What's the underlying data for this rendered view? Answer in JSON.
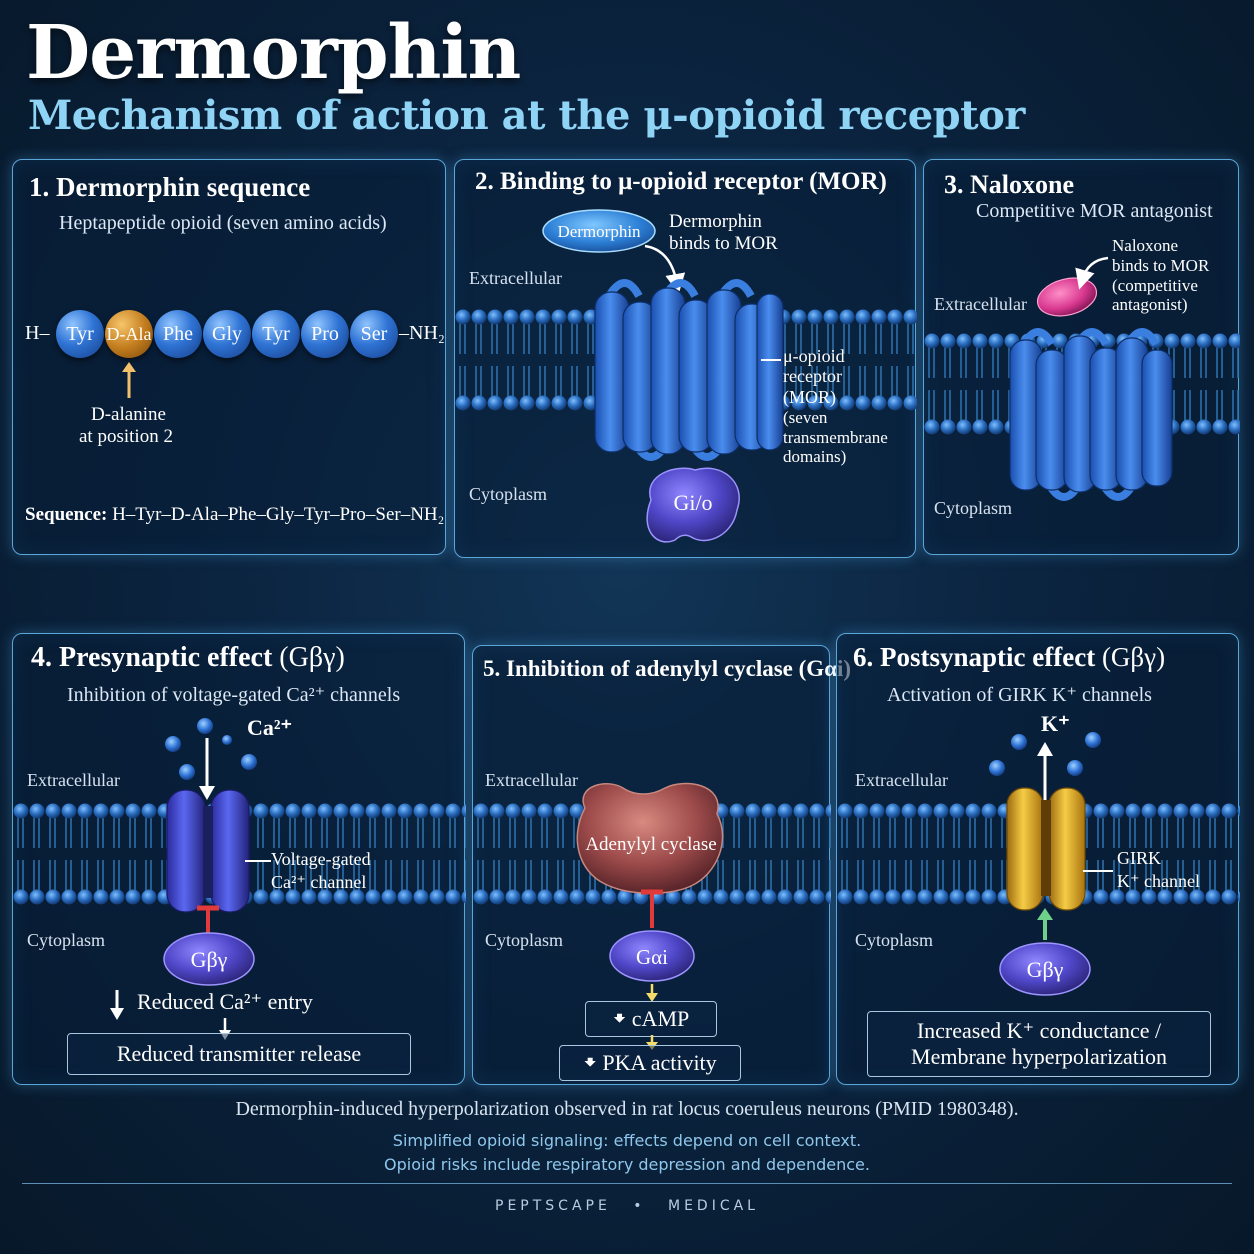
{
  "title": "Dermorphin",
  "subtitle": "Mechanism of action at the μ-opioid receptor",
  "panel1": {
    "title": "1. Dermorphin sequence",
    "subtitle": "Heptapeptide opioid (seven amino acids)",
    "n_terminus": "H–",
    "c_terminus": "–NH₂",
    "residues": [
      "Tyr",
      "D-Ala",
      "Phe",
      "Gly",
      "Tyr",
      "Pro",
      "Ser"
    ],
    "highlight_label_1": "D-alanine",
    "highlight_label_2": "at position 2",
    "sequence_label": "Sequence:",
    "sequence_value": "H–Tyr–D-Ala–Phe–Gly–Tyr–Pro–Ser–NH₂"
  },
  "panel2": {
    "title": "2. Binding to μ-opioid receptor (MOR)",
    "ligand": "Dermorphin",
    "binding_note_1": "Dermorphin",
    "binding_note_2": "binds to MOR",
    "extracellular": "Extracellular",
    "cytoplasm": "Cytoplasm",
    "receptor_label": [
      "μ-opioid",
      "receptor",
      "(MOR)",
      "(seven",
      "transmembrane",
      "domains)"
    ],
    "g_protein": "Gi/o"
  },
  "panel3": {
    "title": "3. Naloxone",
    "subtitle": "Competitive MOR antagonist",
    "note": [
      "Naloxone",
      "binds to MOR",
      "(competitive",
      "antagonist)"
    ],
    "extracellular": "Extracellular",
    "cytoplasm": "Cytoplasm"
  },
  "panel4": {
    "title": "4. Presynaptic effect",
    "title_suffix": "(Gβγ)",
    "subtitle": "Inhibition of voltage-gated Ca²⁺ channels",
    "ion": "Ca²⁺",
    "extracellular": "Extracellular",
    "cytoplasm": "Cytoplasm",
    "channel_label_1": "Voltage-gated",
    "channel_label_2": "Ca²⁺ channel",
    "g_protein": "Gβγ",
    "effect_1": "Reduced Ca²⁺ entry",
    "effect_2": "Reduced transmitter release"
  },
  "panel5": {
    "title": "5. Inhibition of adenylyl cyclase (Gαi)",
    "extracellular": "Extracellular",
    "cytoplasm": "Cytoplasm",
    "enzyme": "Adenylyl cyclase",
    "g_protein": "Gαi",
    "effect_1": "cAMP",
    "effect_2": "PKA activity"
  },
  "panel6": {
    "title": "6. Postsynaptic effect",
    "title_suffix": "(Gβγ)",
    "subtitle": "Activation of GIRK K⁺ channels",
    "ion": "K⁺",
    "extracellular": "Extracellular",
    "cytoplasm": "Cytoplasm",
    "channel_label_1": "GIRK",
    "channel_label_2": "K⁺ channel",
    "g_protein": "Gβγ",
    "effect_1": "Increased K⁺ conductance /",
    "effect_2": "Membrane hyperpolarization"
  },
  "footer": {
    "note": "Dermorphin-induced hyperpolarization observed in rat locus coeruleus neurons (PMID 1980348).",
    "disclaimer_1": "Simplified opioid signaling: effects depend on cell context.",
    "disclaimer_2": "Opioid risks include respiratory depression and dependence.",
    "brand_1": "PEPTSCAPE",
    "brand_sep": "•",
    "brand_2": "MEDICAL"
  },
  "colors": {
    "title": "#ffffff",
    "subtitle": "#8fd3f5",
    "panel_border": "#5aa6d8",
    "receptor": "#2f73d4",
    "d_ala": "#c47e1f",
    "naloxone": "#d8388f",
    "adenylyl_cyclase": "#9c4a4a",
    "girk": "#e0a51f",
    "g_protein": "#4f47c8",
    "inhibition": "#e03a3a",
    "activation": "#6fd08a"
  },
  "icons": [
    "down-arrow-icon",
    "up-arrow-icon",
    "inhibition-bar-icon",
    "activation-arrow-icon"
  ]
}
